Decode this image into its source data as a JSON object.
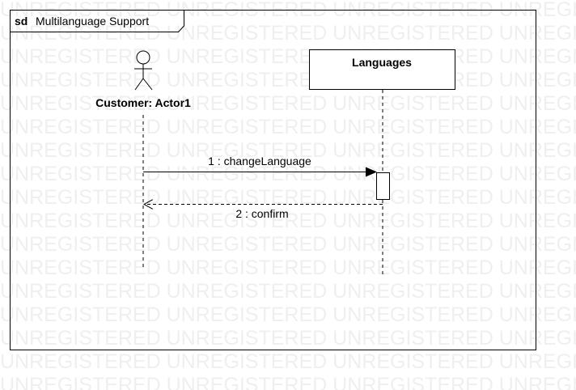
{
  "frame": {
    "keyword": "sd",
    "title": "Multilanguage Support"
  },
  "actor": {
    "label": "Customer: Actor1"
  },
  "lifeline": {
    "label": "Languages"
  },
  "messages": [
    {
      "label": "1 : changeLanguage",
      "kind": "synchronous"
    },
    {
      "label": "2 : confirm",
      "kind": "reply"
    }
  ],
  "watermark": {
    "text": "UNREGISTERED"
  },
  "colors": {
    "stroke": "#000000",
    "background": "#ffffff",
    "watermark": "#efefef"
  }
}
